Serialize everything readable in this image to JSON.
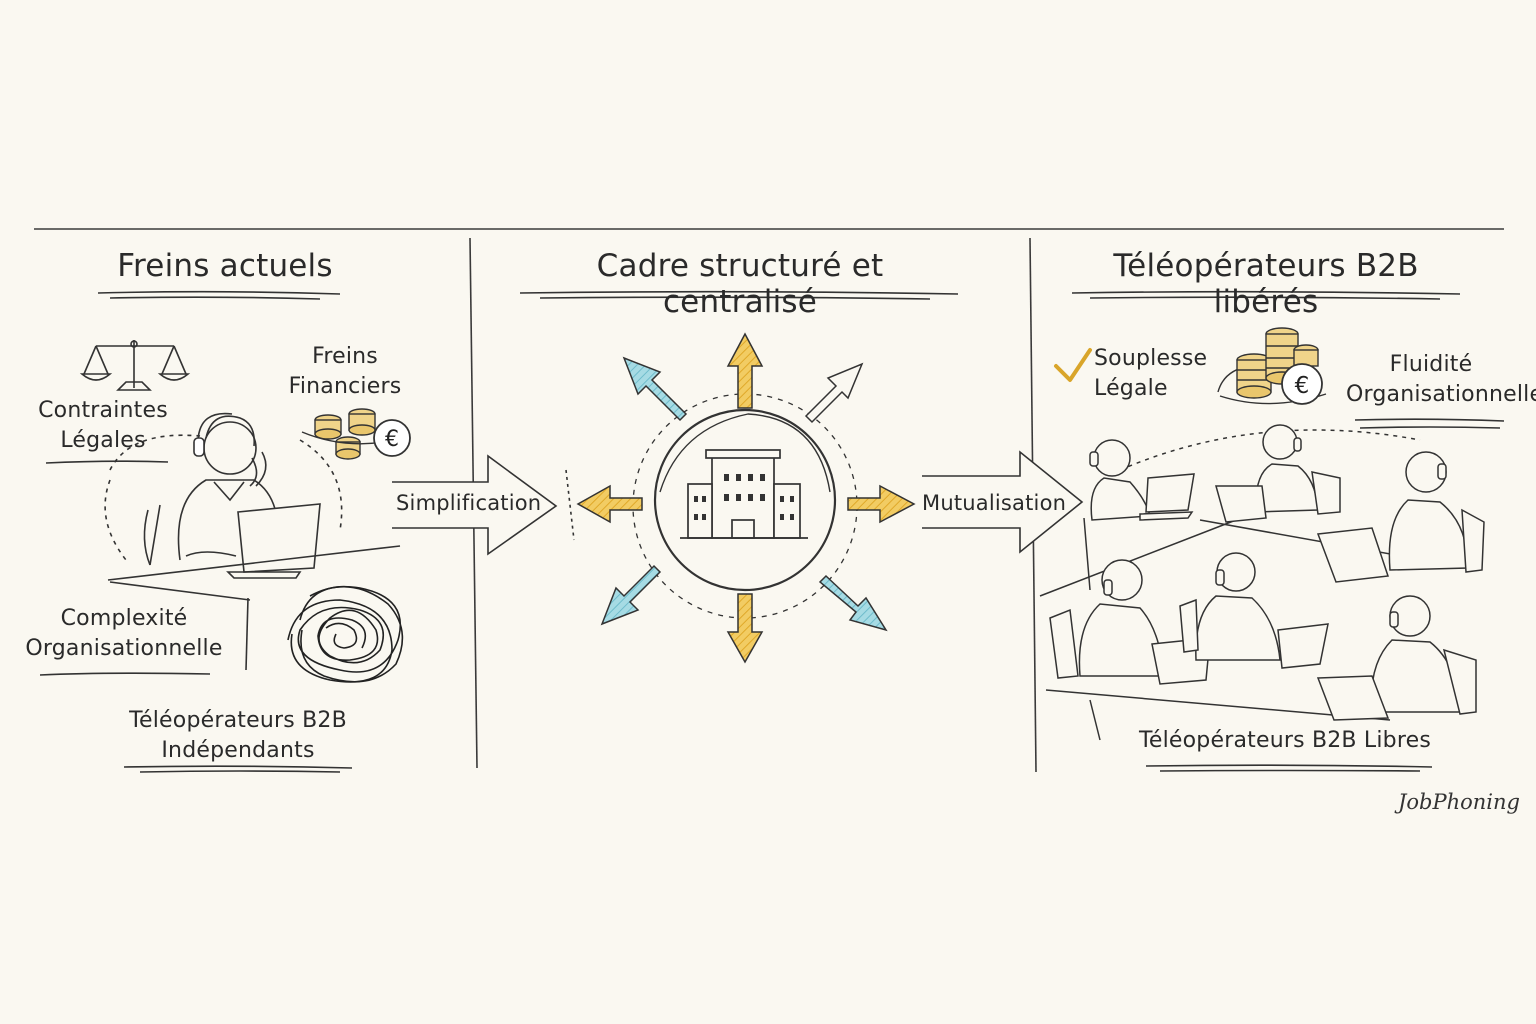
{
  "colors": {
    "paper": "#faf8f1",
    "ink": "#2b2b2b",
    "gold": "#e8b73a",
    "blue": "#7fc8d6"
  },
  "left": {
    "title": "Freins actuels",
    "legal": "Contraintes\nLégales",
    "financial": "Freins\nFinanciers",
    "complexity": "Complexité\nOrganisationnelle",
    "operators": "Téléopérateurs B2B\nIndépendants",
    "icons": [
      "scale-icon",
      "coins-icon",
      "euro-icon",
      "headset-operator-icon",
      "tangle-icon"
    ]
  },
  "center": {
    "title": "Cadre structuré et centralisé",
    "arrow_in": "Simplification",
    "arrow_out": "Mutualisation",
    "icons": [
      "building-icon"
    ]
  },
  "right": {
    "title": "Téléopérateurs B2B libérés",
    "legal": "Souplesse\nLégale",
    "fluidity": "Fluidité\nOrganisationnelle",
    "operators": "Téléopérateurs B2B Libres",
    "icons": [
      "check-icon",
      "coins-icon",
      "euro-icon",
      "operators-team-icon"
    ]
  },
  "brand": "JobPhoning"
}
